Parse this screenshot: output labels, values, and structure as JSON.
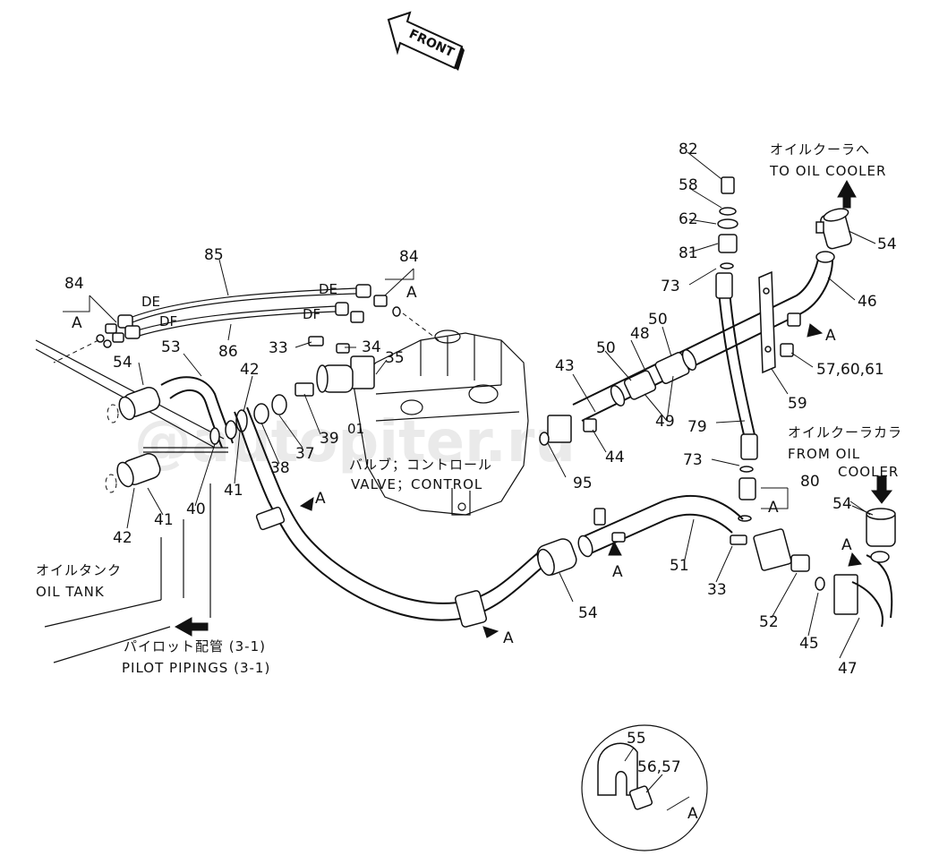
{
  "front_label": "FRONT",
  "watermark": "@autopiter.ru",
  "callouts": {
    "c82": "82",
    "c58": "58",
    "c62": "62",
    "c81": "81",
    "c73a": "73",
    "c54a": "54",
    "c46": "46",
    "c57_60_61": "57,60,61",
    "c59": "59",
    "c79": "79",
    "c73b": "73",
    "c80": "80",
    "c54b": "54",
    "c85": "85",
    "c84a": "84",
    "c84b": "84",
    "c86": "86",
    "c53": "53",
    "c54c": "54",
    "c33a": "33",
    "c34": "34",
    "c35": "35",
    "c42a": "42",
    "c39": "39",
    "c37": "37",
    "c38": "38",
    "c41a": "41",
    "c40": "40",
    "c41b": "41",
    "c42b": "42",
    "c01": "01",
    "c43": "43",
    "c48": "48",
    "c50a": "50",
    "c50b": "50",
    "c49": "49",
    "c44": "44",
    "c95": "95",
    "c51": "51",
    "c33b": "33",
    "c52": "52",
    "c45": "45",
    "c47": "47",
    "c54d": "54",
    "c55": "55",
    "c56_57": "56,57"
  },
  "markers": {
    "A": "A"
  },
  "hose_tags": {
    "DE": "DE",
    "DF": "DF"
  },
  "texts": {
    "to_cooler_jp": "オイルクーラへ",
    "to_cooler_en": "TO OIL COOLER",
    "from_cooler_jp": "オイルクーラカラ",
    "from_cooler_en1": "FROM OIL",
    "from_cooler_en2": "COOLER",
    "valve_jp": "バルブ；コントロール",
    "valve_en": "VALVE；CONTROL",
    "tank_jp": "オイルタンク",
    "tank_en": "OIL TANK",
    "pilot_jp": "パイロット配管 (3-1)",
    "pilot_en": "PILOT PIPINGS (3-1)"
  }
}
